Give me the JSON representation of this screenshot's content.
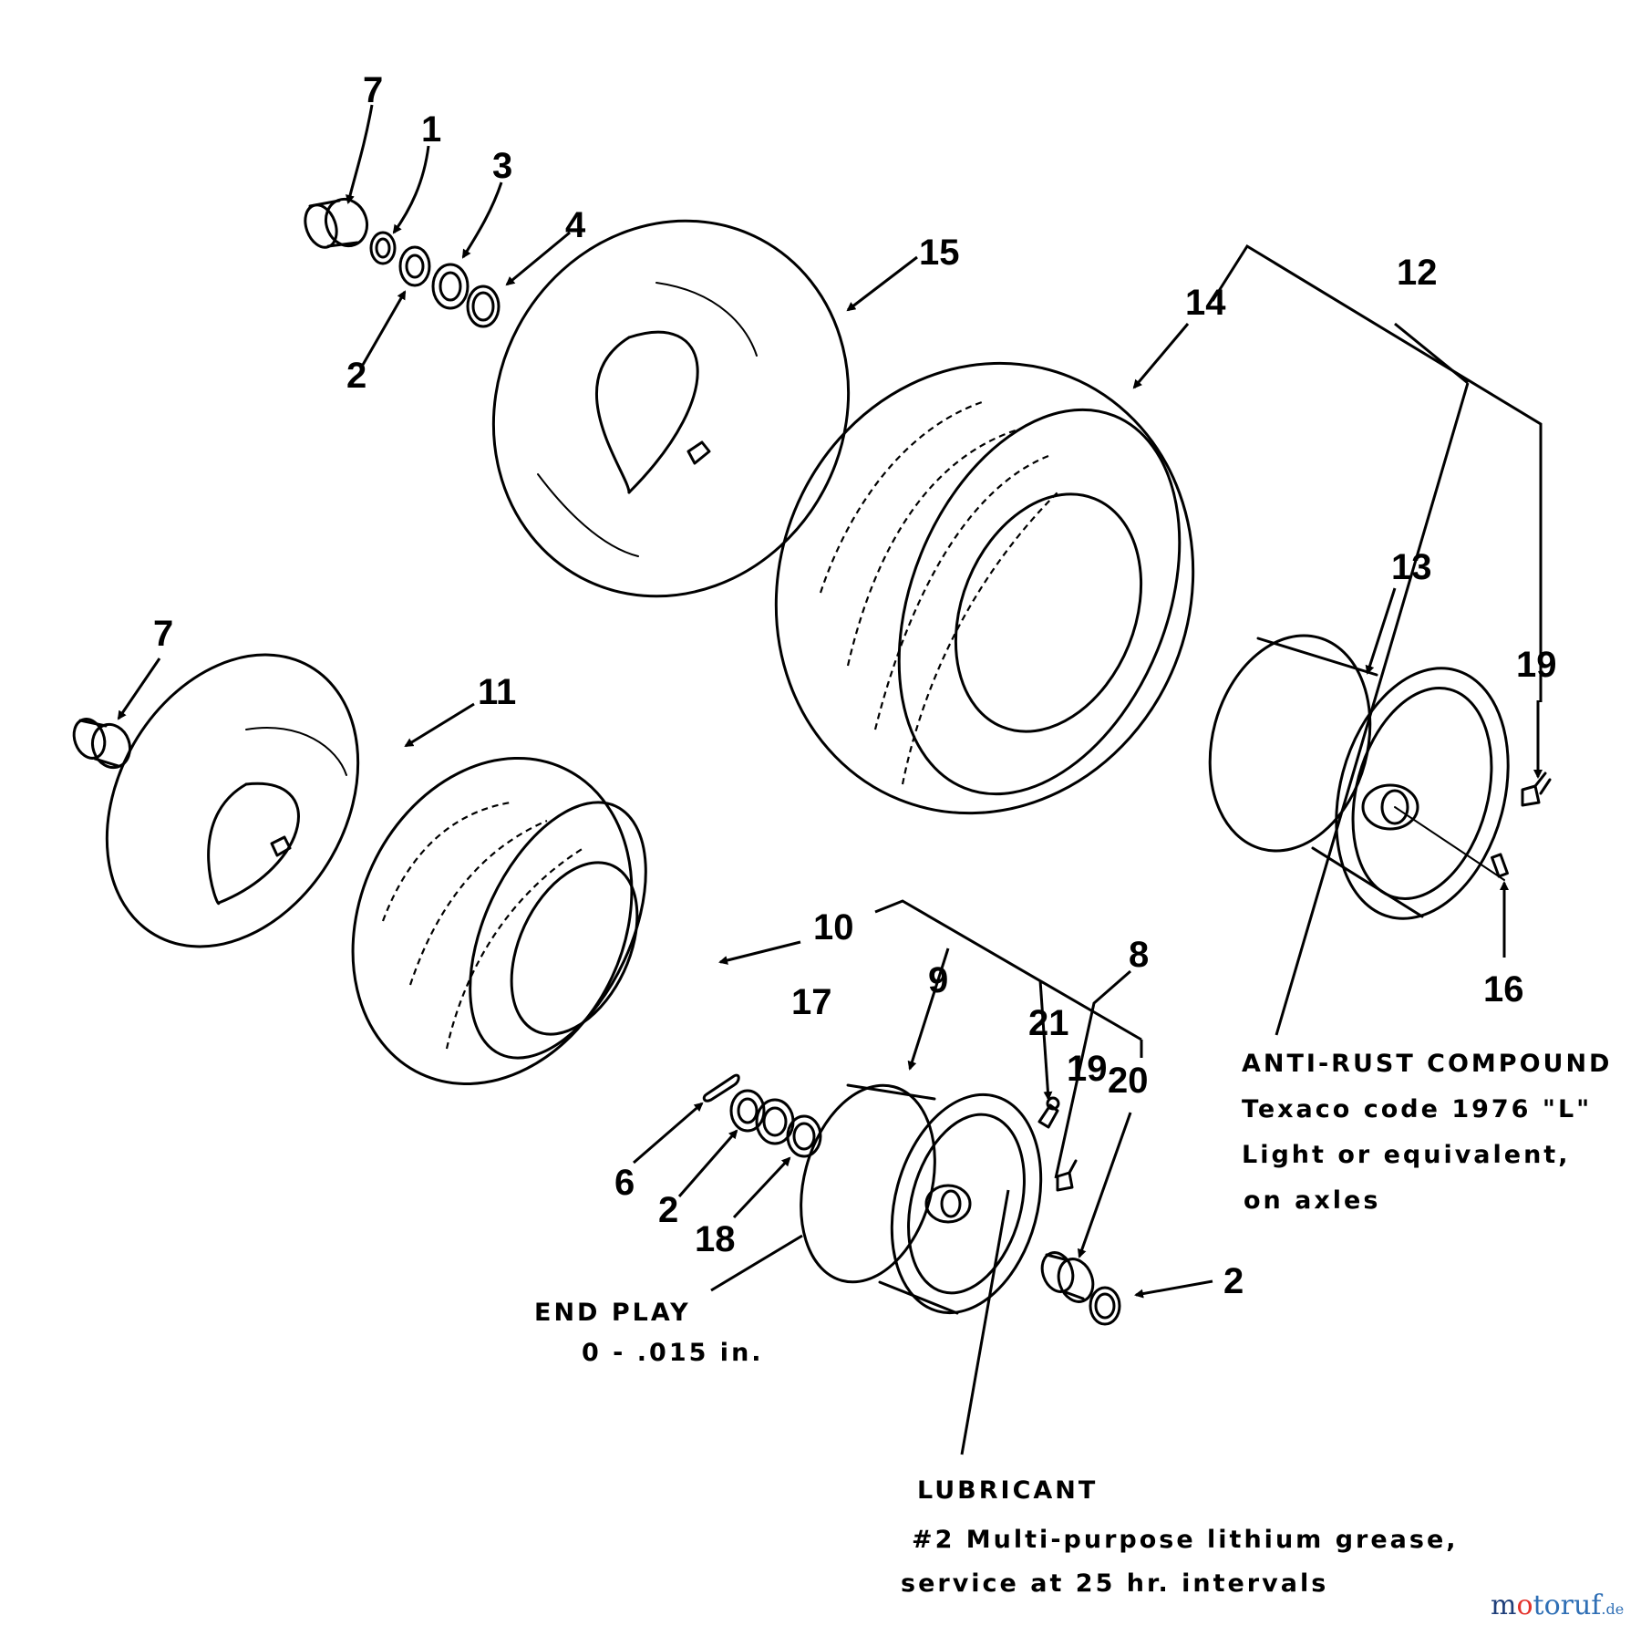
{
  "callouts": {
    "c7a": "7",
    "c1": "1",
    "c3": "3",
    "c4": "4",
    "c2a": "2",
    "c15": "15",
    "c14": "14",
    "c12": "12",
    "c13": "13",
    "c19a": "19",
    "c16": "16",
    "c7b": "7",
    "c11": "11",
    "c10": "10",
    "c9": "9",
    "c8": "8",
    "c17": "17",
    "c21": "21",
    "c19b": "19",
    "c20": "20",
    "c6": "6",
    "c2b": "2",
    "c18": "18",
    "c2c": "2"
  },
  "notes": {
    "antirust": [
      "ANTI-RUST COMPOUND",
      "Texaco code 1976 \"L\"",
      "Light or equivalent,",
      "on axles"
    ],
    "endplay": [
      "END PLAY",
      "0 - .015 in."
    ],
    "lubricant": [
      "LUBRICANT",
      "#2 Multi-purpose lithium grease,",
      "service at 25 hr. intervals"
    ]
  },
  "watermark": {
    "main": "motoruf",
    "suffix": ".de"
  },
  "colors": {
    "ink": "#000000",
    "watermark_m": "#1f3f7a",
    "watermark_o": "#e4322b",
    "watermark_rest": "#2f6fb5"
  }
}
